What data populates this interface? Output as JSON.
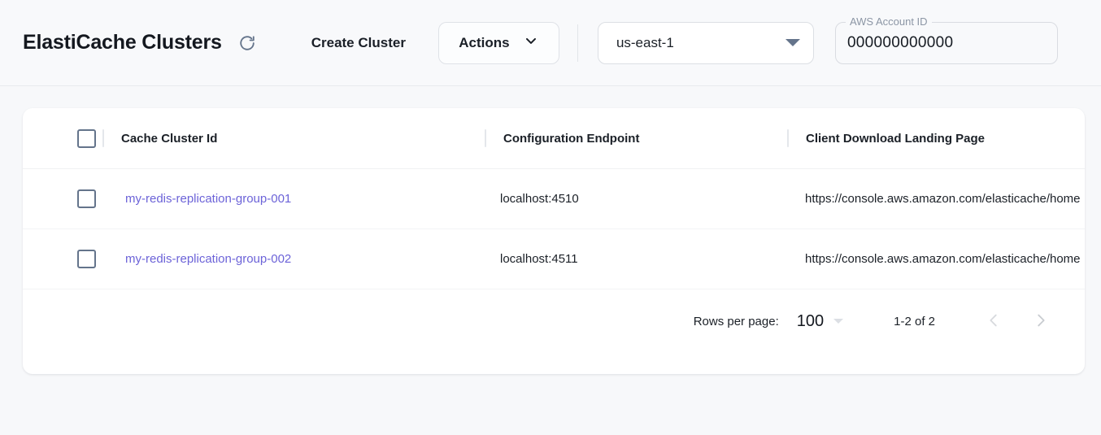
{
  "header": {
    "title": "ElastiCache Clusters",
    "refresh_icon": "refresh-icon",
    "create_cluster_label": "Create Cluster",
    "actions_label": "Actions",
    "actions_chevron_icon": "chevron-down-icon",
    "region": {
      "value": "us-east-1",
      "arrow_icon": "triangle-down-icon"
    },
    "account": {
      "label": "AWS Account ID",
      "value": "000000000000"
    }
  },
  "table": {
    "select_all_checkbox": "unchecked",
    "columns": [
      "Cache Cluster Id",
      "Configuration Endpoint",
      "Client Download Landing Page"
    ],
    "rows": [
      {
        "checkbox": "unchecked",
        "cluster_id": "my-redis-replication-group-001",
        "configuration_endpoint": "localhost:4510",
        "landing_page": "https://console.aws.amazon.com/elasticache/home"
      },
      {
        "checkbox": "unchecked",
        "cluster_id": "my-redis-replication-group-002",
        "configuration_endpoint": "localhost:4511",
        "landing_page": "https://console.aws.amazon.com/elasticache/home"
      }
    ]
  },
  "pagination": {
    "rows_per_page_label": "Rows per page:",
    "rows_per_page_value": "100",
    "rows_per_page_arrow_icon": "triangle-down-icon",
    "range_label": "1-2 of 2",
    "prev_icon": "chevron-left-icon",
    "next_icon": "chevron-right-icon"
  },
  "colors": {
    "link": "#6c63d8",
    "page_bg": "#f7f8fa",
    "card_bg": "#ffffff",
    "icon_slate": "#64748b"
  }
}
